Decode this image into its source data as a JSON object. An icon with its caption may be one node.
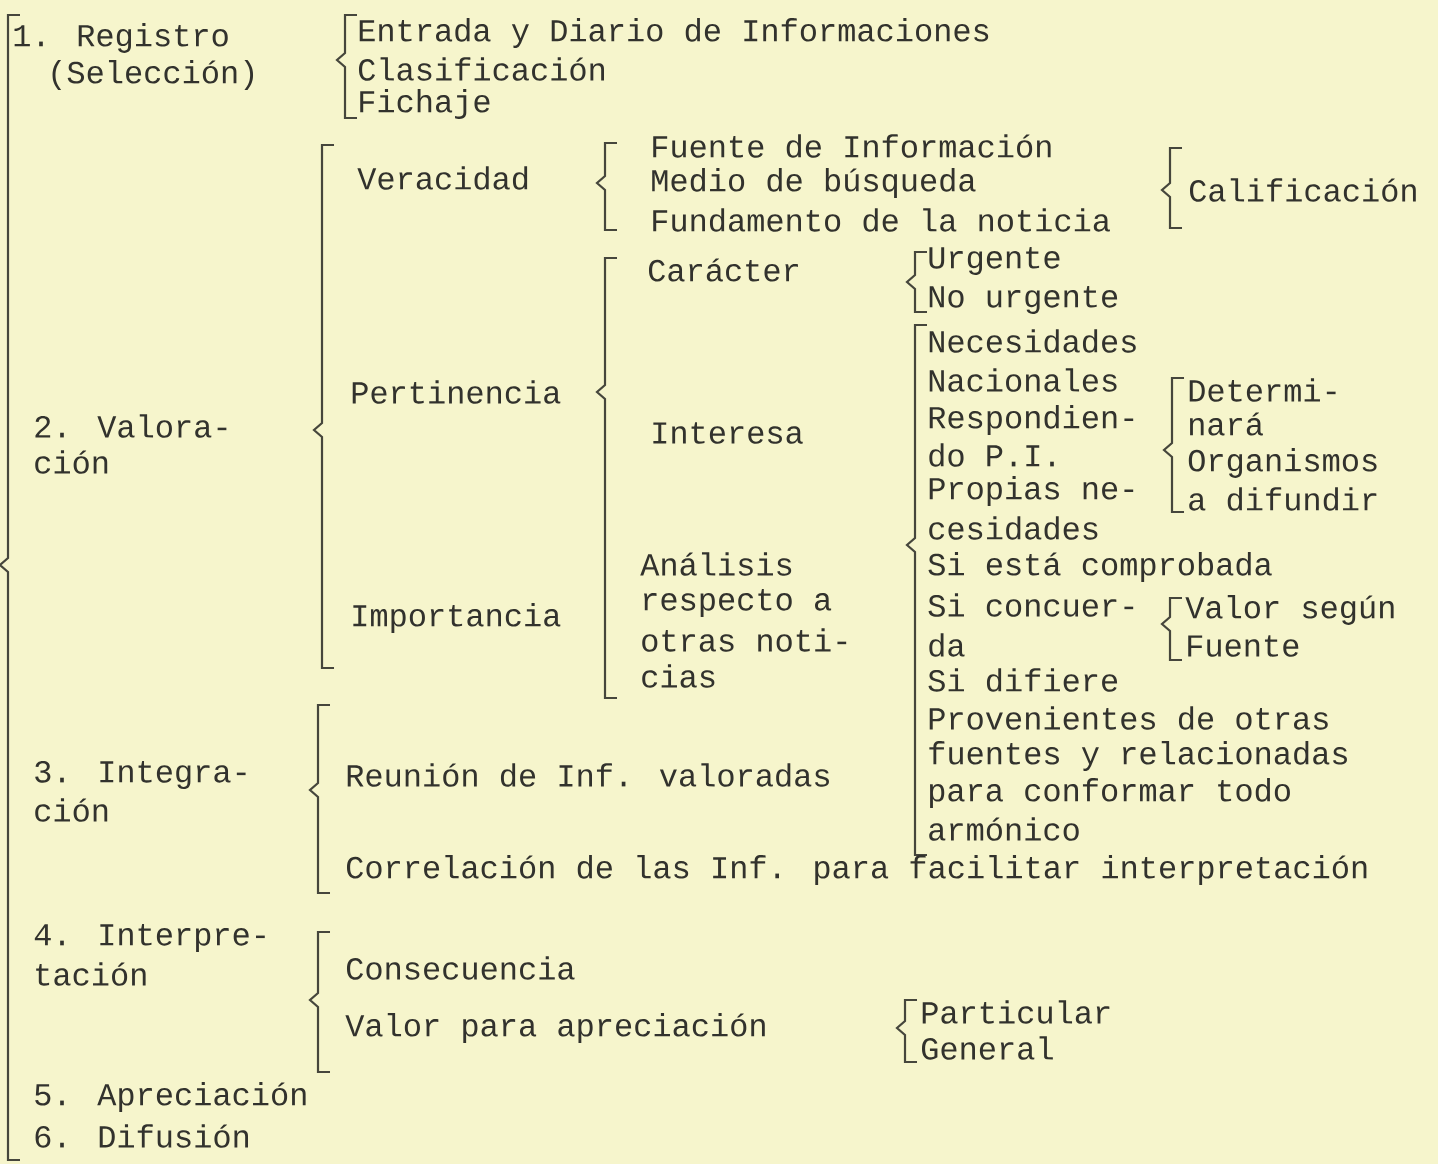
{
  "diagram": {
    "labels": [
      "1. Registro",
      "(Selección)",
      "Entrada y Diario de Informaciones",
      "Clasificación",
      "Fichaje",
      "Veracidad",
      "Fuente de Información",
      "Medio de búsqueda",
      "Fundamento de la noticia",
      "Calificación",
      "Carácter",
      "Urgente",
      "No urgente",
      "Necesidades",
      "Pertinencia",
      "Nacionales",
      "Determi-",
      "2. Valora-",
      "Interesa",
      "Respondien-",
      "nará",
      "ción",
      "do P.I.",
      "Organismos",
      "Propias ne-",
      "a difundir",
      "cesidades",
      "Análisis",
      "Si está comprobada",
      "Importancia",
      "respecto a",
      "Si concuer-",
      "Valor según",
      "otras noti-",
      "da",
      "Fuente",
      "cias",
      "Si difiere",
      "Provenientes de otras",
      "fuentes y relacionadas",
      "3. Integra-",
      "Reunión de Inf. valoradas",
      "ción",
      "para conformar todo",
      "armónico",
      "Correlación de las Inf. para facilitar interpretación",
      "4. Interpre-",
      "tación",
      "Consecuencia",
      "Valor para apreciación",
      "Particular",
      "General",
      "5. Apreciación",
      "6. Difusión"
    ]
  }
}
